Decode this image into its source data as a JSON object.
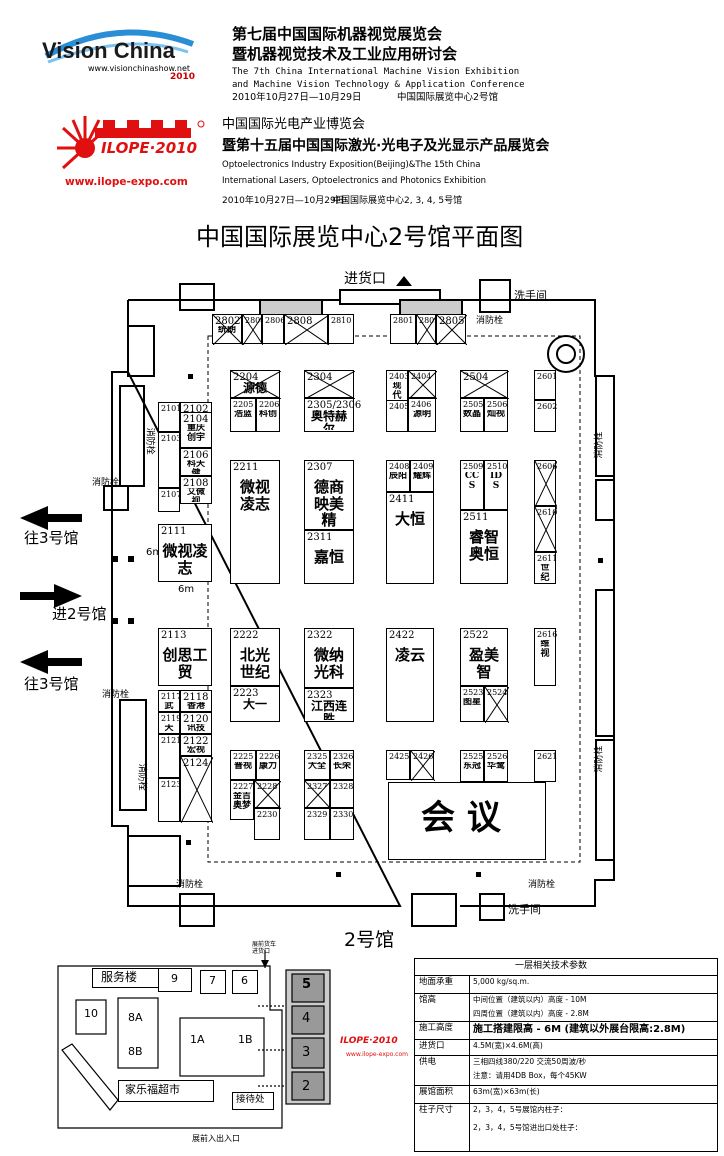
{
  "header": {
    "vc_logo": "Vision China",
    "vc_url": "www.visionchinashow.net",
    "vc_year": "2010",
    "vc_title1": "第七届中国国际机器视觉展览会",
    "vc_title2": "暨机器视觉技术及工业应用研讨会",
    "vc_en1": "The 7th China International Machine Vision Exhibition",
    "vc_en2": "and Machine Vision Technology & Application Conference",
    "vc_date": "2010年10月27日—10月29日",
    "vc_venue": "中国国际展览中心2号馆",
    "ilope_logo": "ILOPE·2010",
    "ilope_url": "www.ilope-expo.com",
    "ilope_title1": "中国国际光电产业博览会",
    "ilope_title2": "暨第十五届中国国际激光·光电子及光显示产品展览会",
    "ilope_en1": "Optoelectronics Industry Exposition(Beijing)&The 15th China",
    "ilope_en2": "International Lasers, Optoelectronics and Photonics Exhibition",
    "ilope_date": "2010年10月27日—10月29日",
    "ilope_venue": "中国国际展览中心2, 3, 4, 5号馆"
  },
  "map_title": "中国国际展览中心2号馆平面图",
  "hall_label": "2号馆",
  "labels": {
    "entrance_goods": "进货口",
    "washroom": "洗手间",
    "hydrant": "消防栓",
    "to_hall3_top": "往3号馆",
    "to_hall2": "进2号馆",
    "to_hall3_bottom": "往3号馆",
    "six_m_1": "6m",
    "six_m_2": "6m",
    "meeting": "会 议"
  },
  "booths": [
    {
      "id": "2802",
      "name": "统朗"
    },
    {
      "id": "2804",
      "name": ""
    },
    {
      "id": "2806",
      "name": ""
    },
    {
      "id": "2808",
      "name": ""
    },
    {
      "id": "2810",
      "name": ""
    },
    {
      "id": "2801",
      "name": ""
    },
    {
      "id": "2803",
      "name": ""
    },
    {
      "id": "2805",
      "name": ""
    },
    {
      "id": "2204",
      "name": "源德"
    },
    {
      "id": "2205",
      "name": "浩蓝"
    },
    {
      "id": "2206",
      "name": "科创"
    },
    {
      "id": "2304",
      "name": ""
    },
    {
      "id": "2305/2306",
      "name": "奥特赫尔"
    },
    {
      "id": "2403",
      "name": "现代"
    },
    {
      "id": "2404",
      "name": ""
    },
    {
      "id": "2405",
      "name": ""
    },
    {
      "id": "2406",
      "name": "源明"
    },
    {
      "id": "2504",
      "name": ""
    },
    {
      "id": "2505",
      "name": "数晶"
    },
    {
      "id": "2506",
      "name": "灿视"
    },
    {
      "id": "2601",
      "name": ""
    },
    {
      "id": "2602",
      "name": ""
    },
    {
      "id": "2101",
      "name": ""
    },
    {
      "id": "2102",
      "name": ""
    },
    {
      "id": "2104",
      "name": "重庆创宇"
    },
    {
      "id": "2106",
      "name": "科天健"
    },
    {
      "id": "2103",
      "name": ""
    },
    {
      "id": "2108",
      "name": "艾微视"
    },
    {
      "id": "2107",
      "name": ""
    },
    {
      "id": "2211",
      "name": "微视凌志"
    },
    {
      "id": "2307",
      "name": "德商映美精"
    },
    {
      "id": "2311",
      "name": "嘉恒"
    },
    {
      "id": "2408",
      "name": "辰阳"
    },
    {
      "id": "2409",
      "name": "耀辉"
    },
    {
      "id": "2411",
      "name": "大恒"
    },
    {
      "id": "2509",
      "name": "CCS"
    },
    {
      "id": "2510",
      "name": "IDS"
    },
    {
      "id": "2511",
      "name": "睿智奥恒"
    },
    {
      "id": "2606",
      "name": ""
    },
    {
      "id": "2610",
      "name": ""
    },
    {
      "id": "2611",
      "name": "世纪智能"
    },
    {
      "id": "2111",
      "name": "微视凌志"
    },
    {
      "id": "2113",
      "name": "创思工贸"
    },
    {
      "id": "2222",
      "name": "北光世纪"
    },
    {
      "id": "2223",
      "name": "大一"
    },
    {
      "id": "2322",
      "name": "微纳光科"
    },
    {
      "id": "2323",
      "name": "江西连胜"
    },
    {
      "id": "2422",
      "name": "凌云"
    },
    {
      "id": "2522",
      "name": "盈美智"
    },
    {
      "id": "2523",
      "name": "图星"
    },
    {
      "id": "2524",
      "name": ""
    },
    {
      "id": "2616",
      "name": "维视"
    },
    {
      "id": "2117",
      "name": "武汉"
    },
    {
      "id": "2118",
      "name": "香港"
    },
    {
      "id": "2119",
      "name": "天威"
    },
    {
      "id": "2120",
      "name": "讯技"
    },
    {
      "id": "2121",
      "name": ""
    },
    {
      "id": "2122",
      "name": "宏视"
    },
    {
      "id": "2123",
      "name": ""
    },
    {
      "id": "2124",
      "name": ""
    },
    {
      "id": "2225",
      "name": "普视"
    },
    {
      "id": "2226",
      "name": "康力"
    },
    {
      "id": "2227",
      "name": "金吉奥梦"
    },
    {
      "id": "2228",
      "name": ""
    },
    {
      "id": "2230",
      "name": ""
    },
    {
      "id": "2325",
      "name": "大全"
    },
    {
      "id": "2326",
      "name": "长荣"
    },
    {
      "id": "2327",
      "name": ""
    },
    {
      "id": "2328",
      "name": ""
    },
    {
      "id": "2329",
      "name": ""
    },
    {
      "id": "2330",
      "name": ""
    },
    {
      "id": "2425",
      "name": ""
    },
    {
      "id": "2426",
      "name": ""
    },
    {
      "id": "2525",
      "name": "东冠"
    },
    {
      "id": "2526",
      "name": "华鹭"
    },
    {
      "id": "2621",
      "name": ""
    }
  ],
  "site_map": {
    "service_bldg": "服务楼",
    "b9": "9",
    "b7": "7",
    "b6": "6",
    "b10": "10",
    "b8a": "8A",
    "b8b": "8B",
    "b1a": "1A",
    "b1b": "1B",
    "h5": "5",
    "h4": "4",
    "h3": "3",
    "h2": "2",
    "carrefour": "家乐福超市",
    "reception": "接待处",
    "main_gate": "展前入出入口",
    "truck_entry": "展前货车进货口",
    "ilope_mark": "ILOPE·2010",
    "ilope_url": "www.ilope-expo.com"
  },
  "specs": {
    "title": "一层相关技术参数",
    "rows": [
      {
        "label": "地面承重",
        "value": "5,000 kg/sq.m."
      },
      {
        "label": "馆高",
        "value": "中间位置（建筑以内）高度 - 10M"
      },
      {
        "label": "",
        "value": "四周位置（建筑以内）高度 - 2.8M"
      },
      {
        "label": "施工高度",
        "value": "施工搭建限高 - 6M (建筑以外展台限高:2.8M)"
      },
      {
        "label": "进货口",
        "value": "4.5M(宽)×4.6M(高)"
      },
      {
        "label": "供电",
        "value": "三相四线380/220 交流50周波/秒"
      },
      {
        "label": "",
        "value": "注意：请用4DB Box，每个45KW"
      },
      {
        "label": "展馆面积",
        "value": "63m(宽)×63m(长)"
      },
      {
        "label": "柱子尺寸",
        "value": "2，3，4，5号展馆内柱子："
      },
      {
        "label": "",
        "value": "2，3，4，5号馆进出口处柱子："
      }
    ]
  }
}
